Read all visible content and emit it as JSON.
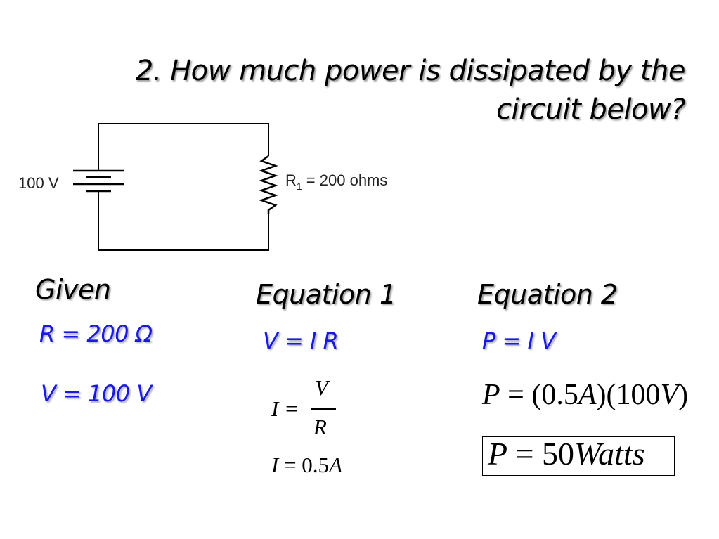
{
  "title": {
    "line1": "2. How much power is dissipated by the",
    "line2": "circuit below?"
  },
  "circuit": {
    "source_label": "100 V",
    "resistor_label_prefix": "R",
    "resistor_label_sub": "1",
    "resistor_label_suffix": " = 200 ohms"
  },
  "given": {
    "heading": "Given",
    "resistance": "R = 200 Ω",
    "voltage": "V = 100 V"
  },
  "equation1": {
    "heading": "Equation 1",
    "formula": "V = I R",
    "step1": {
      "lhs": "I =",
      "numerator": "V",
      "denominator": "R"
    },
    "step2": {
      "var": "I",
      "rest": " = 0.5",
      "unit": "A"
    }
  },
  "equation2": {
    "heading": "Equation 2",
    "formula": "P = I V",
    "substitution": {
      "var": "P",
      "rest1": " = (0.5",
      "unit1": "A",
      "rest2": ")(100",
      "unit2": "V",
      "rest3": ")"
    },
    "result": {
      "var": "P",
      "rest": " = 50",
      "unit": "Watts"
    }
  }
}
